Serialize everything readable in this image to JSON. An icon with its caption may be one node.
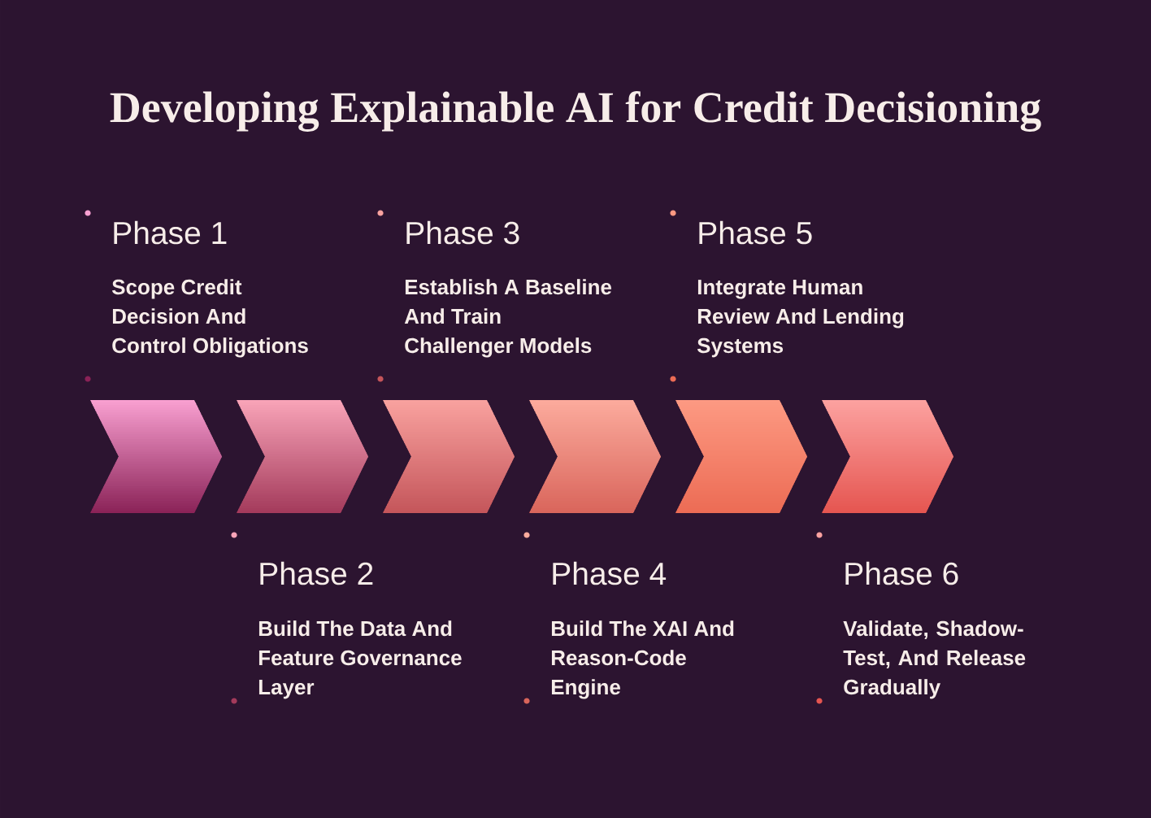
{
  "diagram": {
    "title": "Developing Explainable AI for Credit Decisioning",
    "nodes": [
      {
        "text": [],
        "shape": "chevron",
        "beside": [
          "Phase 1",
          "Scope Credit Decision And Control Obligations"
        ]
      },
      {
        "text": [],
        "shape": "chevron",
        "beside": [
          "Phase 2",
          "Build The Data And Feature Governance Layer"
        ]
      },
      {
        "text": [],
        "shape": "chevron",
        "beside": [
          "Phase 3",
          "Establish A Baseline And Train Challenger Models"
        ]
      },
      {
        "text": [],
        "shape": "chevron",
        "beside": [
          "Phase 4",
          "Build The XAI And Reason-Code Engine"
        ]
      },
      {
        "text": [],
        "shape": "chevron",
        "beside": [
          "Phase 5",
          "Integrate Human Review And Lending Systems"
        ]
      },
      {
        "text": [],
        "shape": "chevron",
        "beside": [
          "Phase 6",
          "Validate, Shadow-Test, And Release Gradually"
        ]
      }
    ]
  }
}
